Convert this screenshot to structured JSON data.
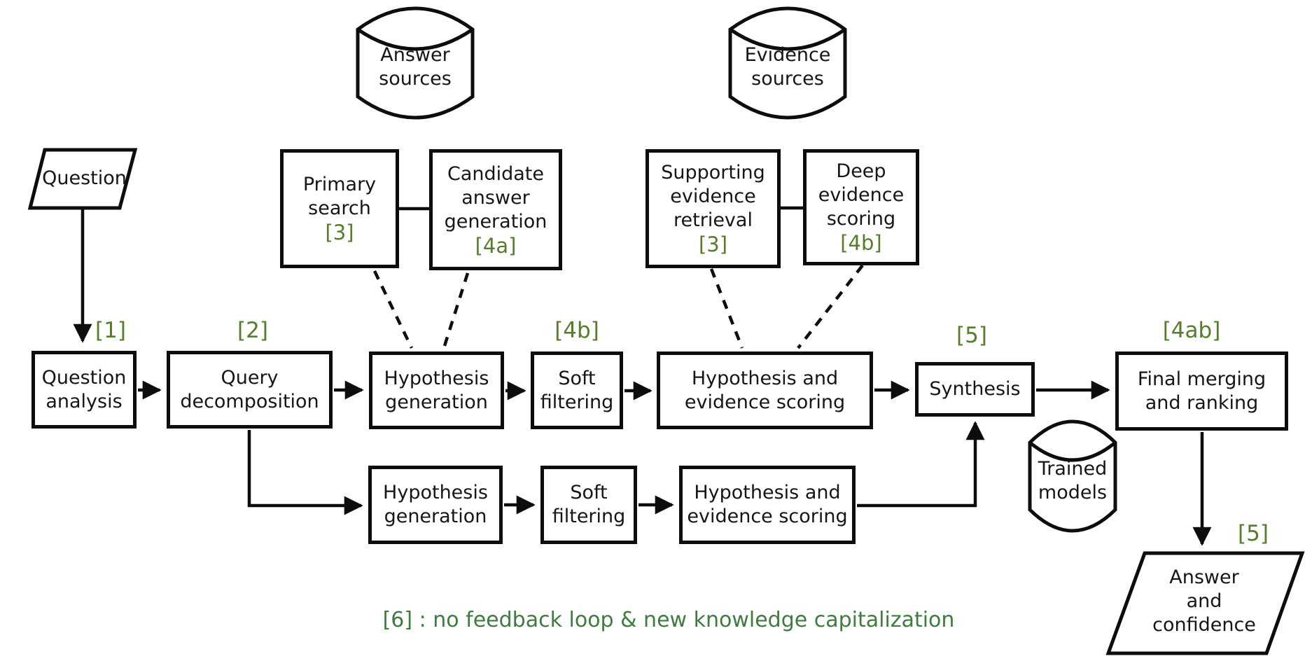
{
  "colors": {
    "tag-green": "#557d2b",
    "note-green": "#3f7c3f",
    "ink": "#0d0d0d"
  },
  "nodes": {
    "question": {
      "label": "Question"
    },
    "answer_sources": {
      "label": "Answer\nsources"
    },
    "evidence_sources": {
      "label": "Evidence\nsources"
    },
    "primary_search": {
      "label": "Primary\nsearch",
      "tag": "[3]"
    },
    "candidate_answer_generation": {
      "label": "Candidate\nanswer\ngeneration",
      "tag": "[4a]"
    },
    "supporting_evidence_retrieval": {
      "label": "Supporting\nevidence\nretrieval",
      "tag": "[3]"
    },
    "deep_evidence_scoring": {
      "label": "Deep\nevidence\nscoring",
      "tag": "[4b]"
    },
    "question_analysis": {
      "label": "Question\nanalysis",
      "tag": "[1]"
    },
    "query_decomposition": {
      "label": "Query\ndecomposition",
      "tag": "[2]"
    },
    "hypothesis_generation": {
      "label": "Hypothesis\ngeneration"
    },
    "soft_filtering": {
      "label": "Soft\nfiltering",
      "tag": "[4b]"
    },
    "hypothesis_evidence_scoring": {
      "label": "Hypothesis and\nevidence scoring"
    },
    "synthesis": {
      "label": "Synthesis",
      "tag": "[5]"
    },
    "final_merging": {
      "label": "Final merging\nand ranking",
      "tag": "[4ab]"
    },
    "hypothesis_generation_2": {
      "label": "Hypothesis\ngeneration"
    },
    "soft_filtering_2": {
      "label": "Soft\nfiltering"
    },
    "hypothesis_evidence_scoring_2": {
      "label": "Hypothesis and\nevidence scoring"
    },
    "trained_models": {
      "label": "Trained\nmodels"
    },
    "answer_confidence": {
      "label": "Answer\nand\nconfidence",
      "tag": "[5]"
    }
  },
  "note": "[6] : no feedback loop & new knowledge capitalization"
}
